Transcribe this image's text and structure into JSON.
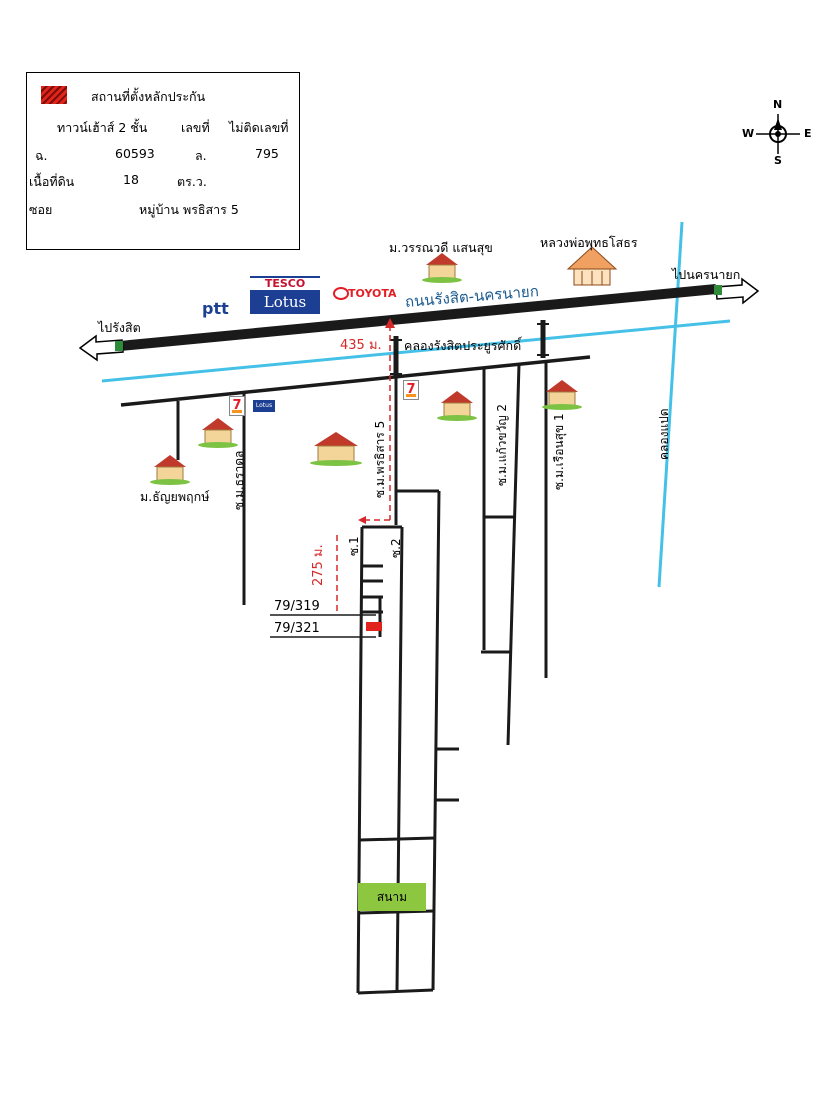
{
  "legend": {
    "title": "สถานที่ตั้งหลักประกัน",
    "building_label": "ทาวน์เฮ้าส์ 2 ชั้น",
    "house_no_label": "เลขที่",
    "house_no_value": "ไม่ติดเลขที่",
    "deed_label": "ฉ.",
    "deed_value": "60593",
    "lot_label": "ล.",
    "lot_value": "795",
    "area_label": "เนื้อที่ดิน",
    "area_value": "18",
    "area_unit": "ตร.ว.",
    "soi_label": "ซอย",
    "soi_value": "หมู่บ้าน พรธิสาร 5",
    "marker_color": "#e0241b"
  },
  "compass": {
    "n": "N",
    "s": "S",
    "e": "E",
    "w": "W"
  },
  "roads": {
    "main_road": "ถนนรังสิต-นครนายก",
    "to_left": "ไปรังสิต",
    "to_right": "ไปนครนายก",
    "canal": "คลองรังสิตประยูรศักดิ์",
    "canal_side": "คลองแปด",
    "soi_thradol": "ซ.ม.ธราดล",
    "soi_pornthisarn": "ซ.ม.พรธิสาร 5",
    "soi_kaewkwan": "ซ.ม.แก้วขวัญ 2",
    "soi_ruensuk": "ซ.ม.เรือนสุข 1",
    "soi_1": "ซ.1",
    "soi_2": "ซ.2"
  },
  "places": {
    "village_wannawadee": "ม.วรรณวดี แสนสุข",
    "temple": "หลวงพ่อพุทธโสธร",
    "village_thanyaphruek": "ม.ธัญยพฤกษ์",
    "tesco_top": "TESCO",
    "tesco_bottom": "Lotus",
    "ptt": "ptt",
    "toyota": "TOYOTA",
    "seven_eleven": "7",
    "lotus_small": "Lotus",
    "field": "สนาม"
  },
  "distances": {
    "main": "435 ม.",
    "soi": "275 ม."
  },
  "plots": [
    "79/319",
    "79/321"
  ],
  "colors": {
    "road": "#1a1a1a",
    "canal": "#45c1e8",
    "route": "#d62828",
    "field": "#8dc63f"
  }
}
